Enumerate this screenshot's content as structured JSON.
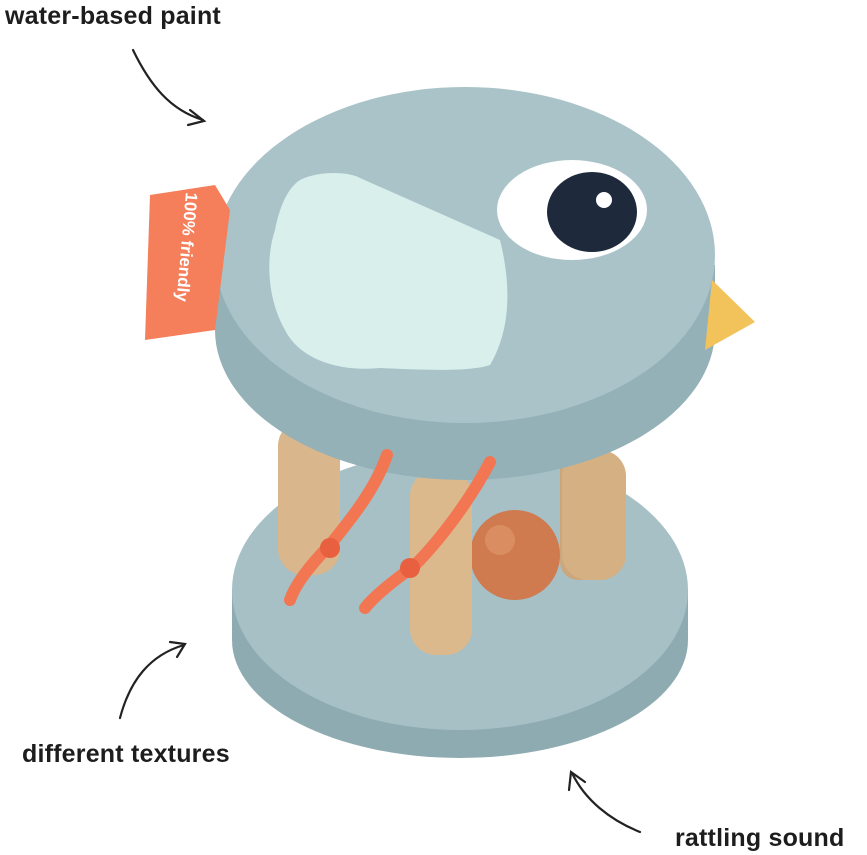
{
  "callouts": {
    "top": "water-based paint",
    "left": "different textures",
    "bottom": "rattling sound"
  },
  "product": {
    "tag_text": "100% friendly",
    "colors": {
      "body": "#a9c3c9",
      "wing": "#d8efec",
      "eye_pupil": "#1e2a3c",
      "beak": "#f2c35a",
      "tag": "#f47f5a",
      "cord": "#f27652",
      "wood": "#d8b48a",
      "ball": "#d07a50"
    }
  }
}
